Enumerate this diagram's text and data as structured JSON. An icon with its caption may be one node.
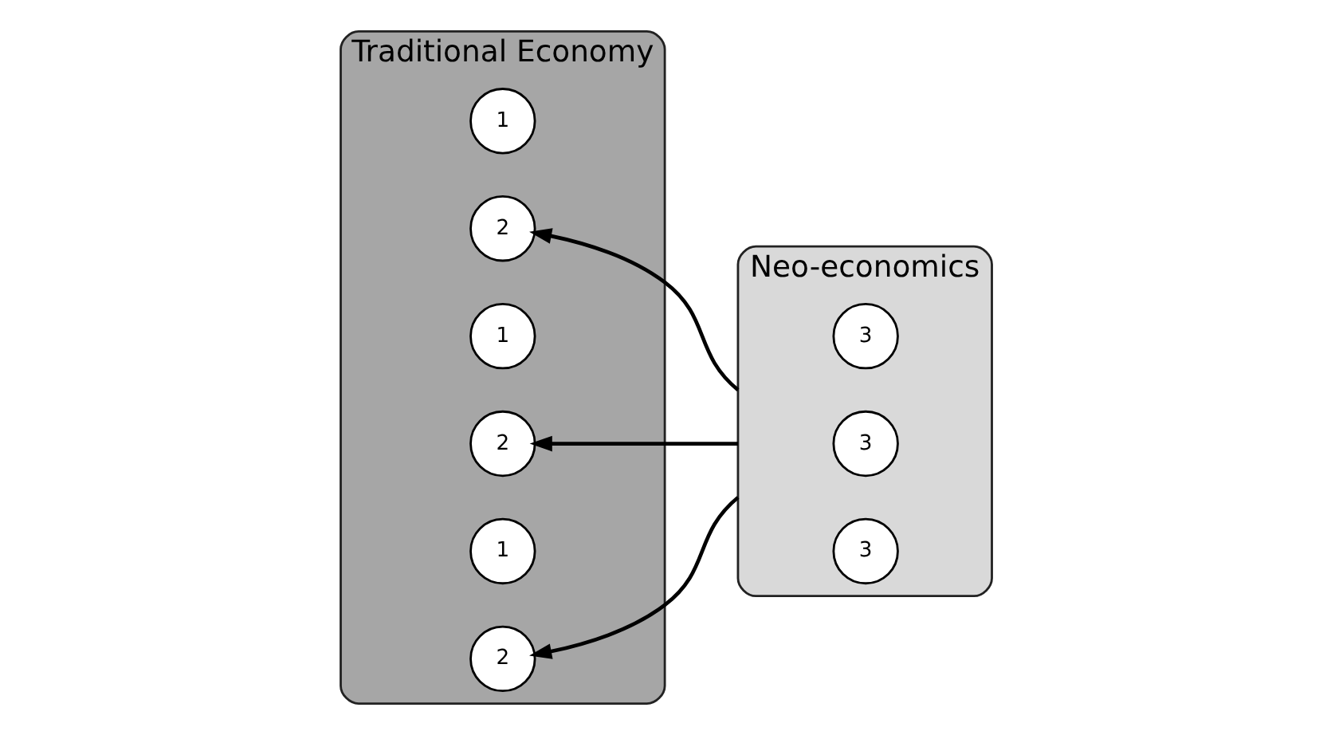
{
  "diagram": {
    "nodes": [
      {
        "text": [
          "Traditional Economy"
        ]
      },
      {
        "text": [
          "1"
        ],
        "in": 0
      },
      {
        "text": [
          "2"
        ],
        "in": 0
      },
      {
        "text": [
          "1"
        ],
        "in": 0
      },
      {
        "text": [
          "2"
        ],
        "in": 0
      },
      {
        "text": [
          "1"
        ],
        "in": 0
      },
      {
        "text": [
          "2"
        ],
        "in": 0
      },
      {
        "text": [
          "Neo-economics"
        ]
      },
      {
        "text": [
          "3"
        ],
        "in": 7
      },
      {
        "text": [
          "3"
        ],
        "in": 7
      },
      {
        "text": [
          "3"
        ],
        "in": 7
      }
    ],
    "edges": [
      {
        "from": 7,
        "to": 2,
        "arrow": "to"
      },
      {
        "from": 7,
        "to": 4,
        "arrow": "to"
      },
      {
        "from": 7,
        "to": 6,
        "arrow": "to"
      }
    ]
  }
}
